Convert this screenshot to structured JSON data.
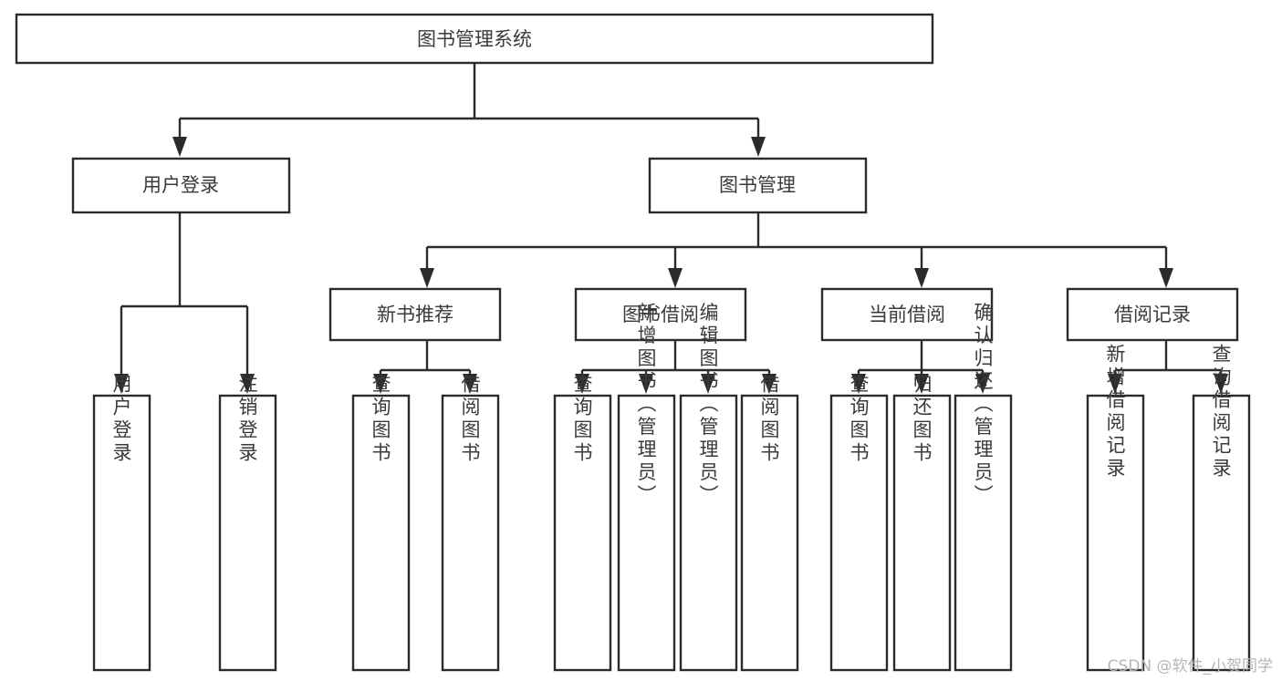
{
  "diagram": {
    "title": "图书管理系统",
    "type": "tree-hierarchy",
    "watermark": "CSDN @软件_小贺同学",
    "colors": {
      "box_border": "#2b2b2b",
      "box_fill": "#ffffff",
      "text": "#3a3a3a",
      "connector": "#2b2b2b",
      "watermark": "#b6b6b6",
      "background": "#ffffff"
    },
    "levels": {
      "root": {
        "label": "图书管理系统",
        "orientation": "horizontal"
      },
      "level1": [
        {
          "label": "用户登录",
          "orientation": "horizontal"
        },
        {
          "label": "图书管理",
          "orientation": "horizontal"
        }
      ],
      "level2": [
        {
          "label": "新书推荐",
          "orientation": "horizontal",
          "parent": "图书管理"
        },
        {
          "label": "图书借阅",
          "orientation": "horizontal",
          "parent": "图书管理"
        },
        {
          "label": "当前借阅",
          "orientation": "horizontal",
          "parent": "图书管理"
        },
        {
          "label": "借阅记录",
          "orientation": "horizontal",
          "parent": "图书管理"
        }
      ],
      "leaves": [
        {
          "label": "用户登录",
          "orientation": "vertical",
          "parent": "用户登录"
        },
        {
          "label": "注销登录",
          "orientation": "vertical",
          "parent": "用户登录"
        },
        {
          "label": "查询图书",
          "orientation": "vertical",
          "parent": "新书推荐"
        },
        {
          "label": "借阅图书",
          "orientation": "vertical",
          "parent": "新书推荐"
        },
        {
          "label": "查询图书",
          "orientation": "vertical",
          "parent": "图书借阅"
        },
        {
          "label": "新增图书（管理员）",
          "orientation": "vertical",
          "parent": "图书借阅"
        },
        {
          "label": "编辑图书（管理员）",
          "orientation": "vertical",
          "parent": "图书借阅"
        },
        {
          "label": "借阅图书",
          "orientation": "vertical",
          "parent": "图书借阅"
        },
        {
          "label": "查询图书",
          "orientation": "vertical",
          "parent": "当前借阅"
        },
        {
          "label": "归还图书",
          "orientation": "vertical",
          "parent": "当前借阅"
        },
        {
          "label": "确认归还（管理员）",
          "orientation": "vertical",
          "parent": "当前借阅"
        },
        {
          "label": "新增借阅记录",
          "orientation": "vertical",
          "parent": "借阅记录"
        },
        {
          "label": "查询借阅记录",
          "orientation": "vertical",
          "parent": "借阅记录"
        }
      ]
    }
  }
}
